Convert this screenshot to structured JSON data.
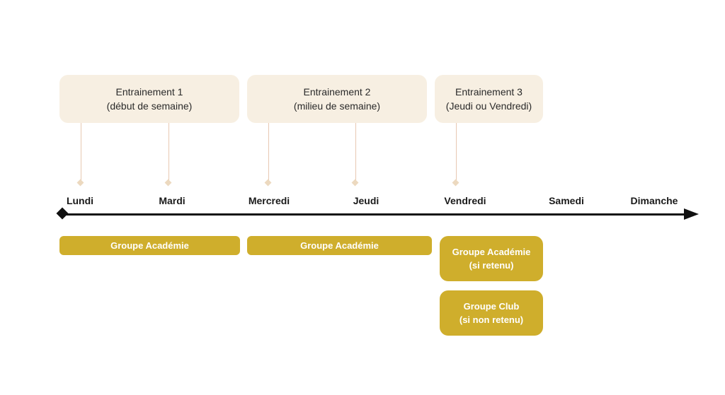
{
  "sessions": [
    {
      "title": "Entrainement 1",
      "subtitle": "(début de semaine)"
    },
    {
      "title": "Entrainement 2",
      "subtitle": "(milieu de semaine)"
    },
    {
      "title": "Entrainement 3",
      "subtitle": "(Jeudi ou Vendredi)"
    }
  ],
  "days": [
    "Lundi",
    "Mardi",
    "Mercredi",
    "Jeudi",
    "Vendredi",
    "Samedi",
    "Dimanche"
  ],
  "groups": [
    {
      "line1": "Groupe Académie",
      "line2": ""
    },
    {
      "line1": "Groupe Académie",
      "line2": ""
    },
    {
      "line1": "Groupe Académie",
      "line2": "(si retenu)"
    },
    {
      "line1": "Groupe Club",
      "line2": "(si non retenu)"
    }
  ],
  "colors": {
    "session_box": "#f7efe2",
    "group_box": "#cfae2c",
    "connector": "#e8c8b2",
    "axis": "#111111"
  }
}
